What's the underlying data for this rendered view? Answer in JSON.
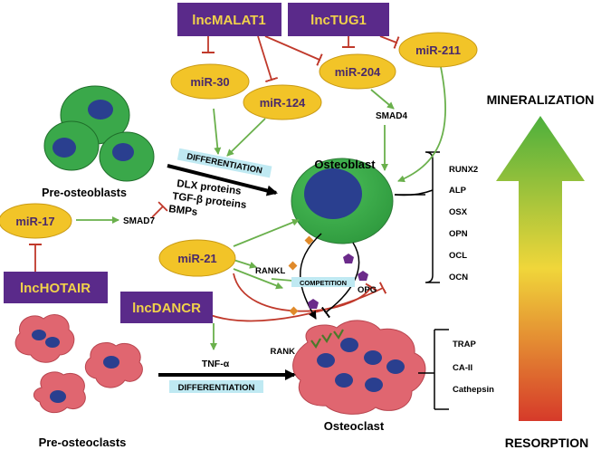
{
  "lnc": {
    "malat1": "lncMALAT1",
    "tug1": "lncTUG1",
    "hotair": "lncHOTAIR",
    "dancr": "lncDANCR"
  },
  "mir": {
    "mir30": "miR-30",
    "mir124": "miR-124",
    "mir204": "miR-204",
    "mir211": "miR-211",
    "mir17": "miR-17",
    "mir21": "miR-21"
  },
  "labels": {
    "smad4": "SMAD4",
    "smad7": "SMAD7",
    "pre_osteoblasts": "Pre-osteoblasts",
    "osteoblast": "Osteoblast",
    "osteoclast": "Osteoclast",
    "pre_osteoclasts": "Pre-osteoclasts",
    "differentiation_top": "DIFFERENTIATION",
    "differentiation_bottom": "DIFFERENTIATION",
    "factors": [
      "DLX proteins",
      "TGF-β proteins",
      "BMPs"
    ],
    "rankl": "RANKL",
    "rank": "RANK",
    "opg": "OPG",
    "competition": "COMPETITION",
    "tnf": "TNF-α",
    "mineralization": "MINERALIZATION",
    "resorption": "RESORPTION"
  },
  "osteoblast_markers": [
    "RUNX2",
    "ALP",
    "OSX",
    "OPN",
    "OCL",
    "OCN"
  ],
  "osteoclast_markers": [
    "TRAP",
    "CA-II",
    "Cathepsin"
  ],
  "colors": {
    "lnc_box": "#5a2a8a",
    "lnc_text": "#f1d24a",
    "mir_fill": "#f2c428",
    "mir_text": "#4a2a6a",
    "activate_arrow": "#6ab04c",
    "inhibit_line": "#c0392b",
    "osteoblast_fill": "#3fa84a",
    "nucleus": "#2a3f8f",
    "osteoclast_fill": "#e06670",
    "gradient_top": "#4caf3c",
    "gradient_mid": "#f0d63a",
    "gradient_bottom": "#d63a2a"
  }
}
